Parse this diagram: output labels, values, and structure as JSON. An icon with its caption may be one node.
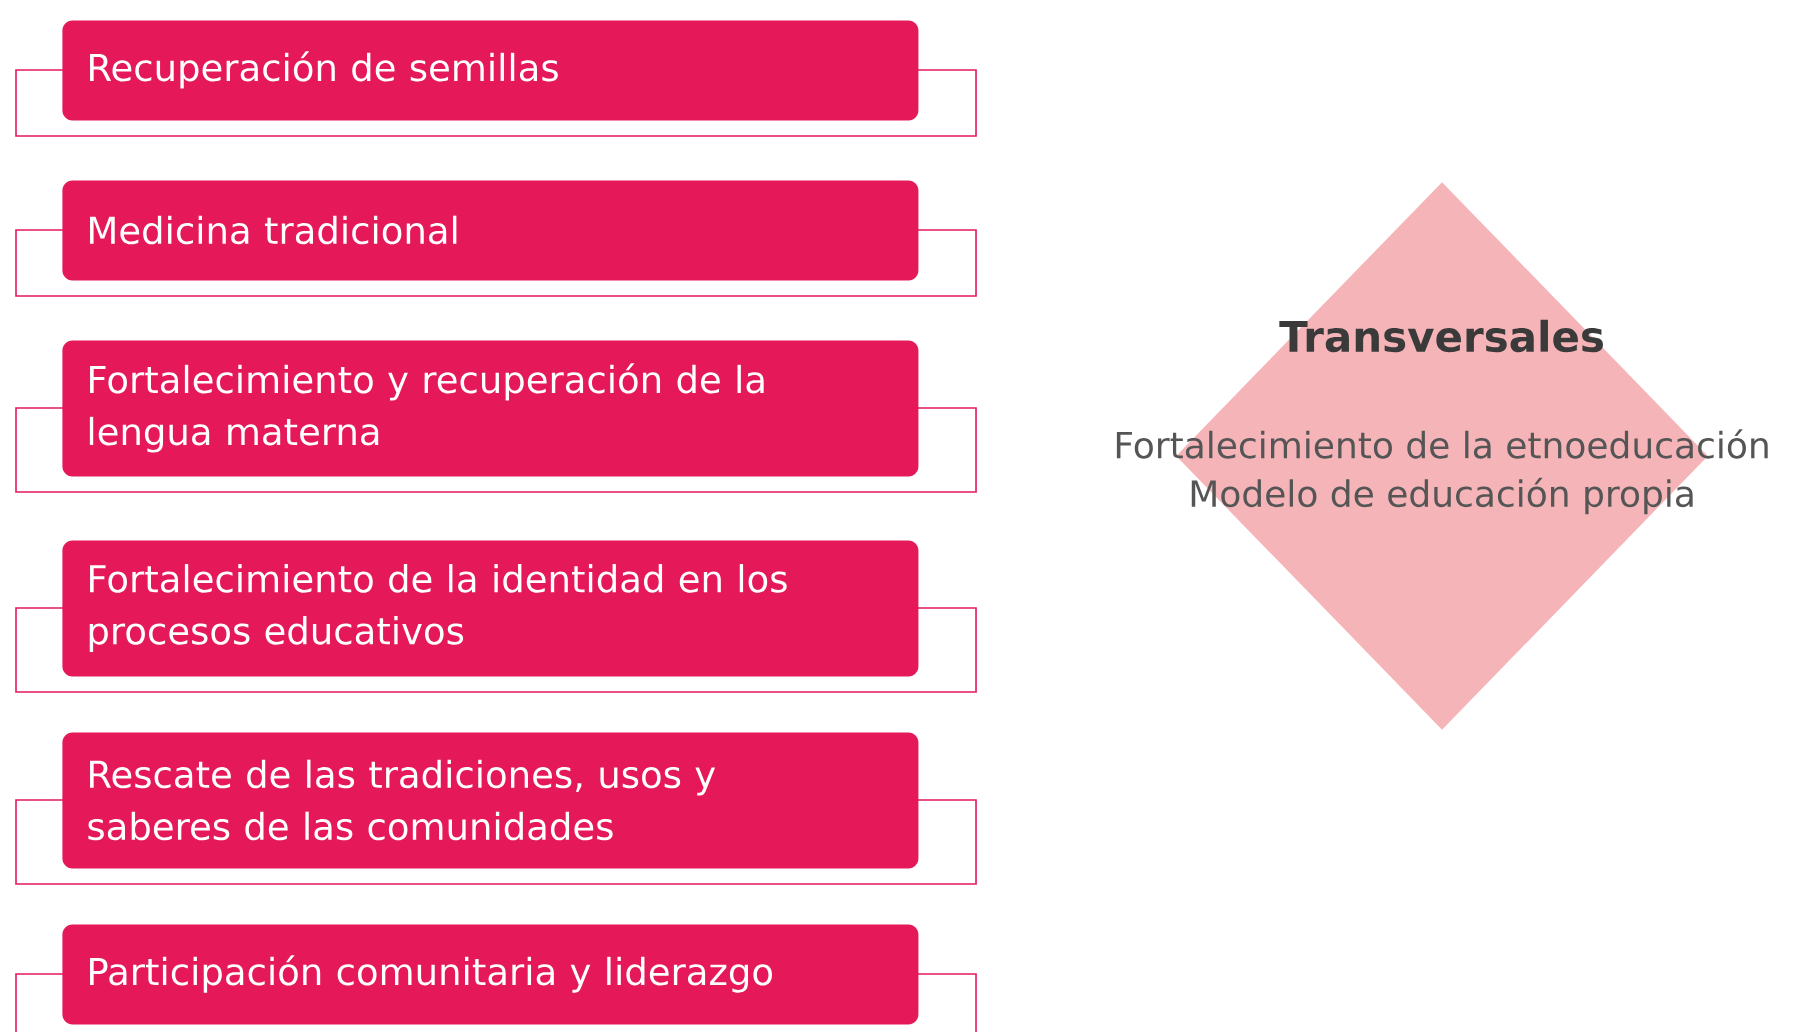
{
  "diagram": {
    "nodes": [
      {
        "text": [
          "Recuperación de semillas"
        ]
      },
      {
        "text": [
          "Medicina tradicional"
        ]
      },
      {
        "text": [
          "Fortalecimiento y recuperación de la lengua materna"
        ]
      },
      {
        "text": [
          "Fortalecimiento de la identidad en los procesos educativos"
        ]
      },
      {
        "text": [
          "Rescate de las tradiciones, usos y saberes de las comunidades"
        ]
      },
      {
        "text": [
          "Participación comunitaria y liderazgo"
        ]
      },
      {
        "text": [
          "Transversales",
          "Fortalecimiento de la etnoeducación",
          "Modelo de educación propia"
        ]
      }
    ]
  }
}
